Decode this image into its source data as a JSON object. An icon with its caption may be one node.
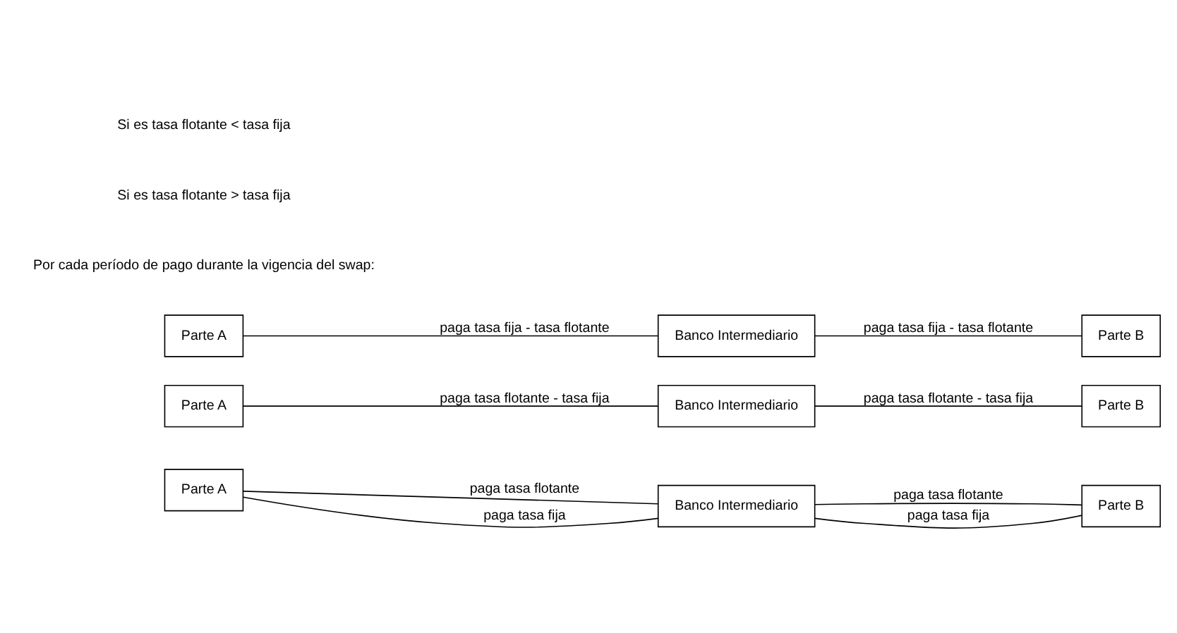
{
  "diagram": {
    "nodes": [
      {
        "text": [
          "Parte A"
        ]
      },
      {
        "text": [
          "Banco Intermediario"
        ]
      },
      {
        "text": [
          "Parte B"
        ]
      },
      {
        "text": [
          "Parte A"
        ]
      },
      {
        "text": [
          "Banco Intermediario"
        ]
      },
      {
        "text": [
          "Parte B"
        ]
      },
      {
        "text": [
          "Parte A"
        ]
      },
      {
        "text": [
          "Banco Intermediario"
        ]
      },
      {
        "text": [
          "Parte B"
        ]
      }
    ],
    "edges": [
      {
        "from": 0,
        "to": 1,
        "arrow": "none",
        "label": "paga tasa flotante"
      },
      {
        "from": 0,
        "to": 1,
        "arrow": "none",
        "label": "paga tasa fija"
      },
      {
        "from": 1,
        "to": 2,
        "arrow": "none",
        "label": "paga tasa flotante"
      },
      {
        "from": 1,
        "to": 2,
        "arrow": "none",
        "label": "paga tasa fija"
      },
      {
        "from": 3,
        "to": 4,
        "arrow": "none",
        "label": "paga tasa flotante - tasa fija"
      },
      {
        "from": 4,
        "to": 5,
        "arrow": "none",
        "label": "paga tasa flotante - tasa fija"
      },
      {
        "from": 6,
        "to": 7,
        "arrow": "none",
        "label": "paga tasa fija - tasa flotante"
      },
      {
        "from": 7,
        "to": 8,
        "arrow": "none",
        "label": "paga tasa fija - tasa flotante"
      }
    ],
    "labels": [
      "Por cada período de pago durante la vigencia del swap:",
      "Si es tasa flotante > tasa fija",
      "Si es tasa flotante < tasa fija"
    ]
  }
}
